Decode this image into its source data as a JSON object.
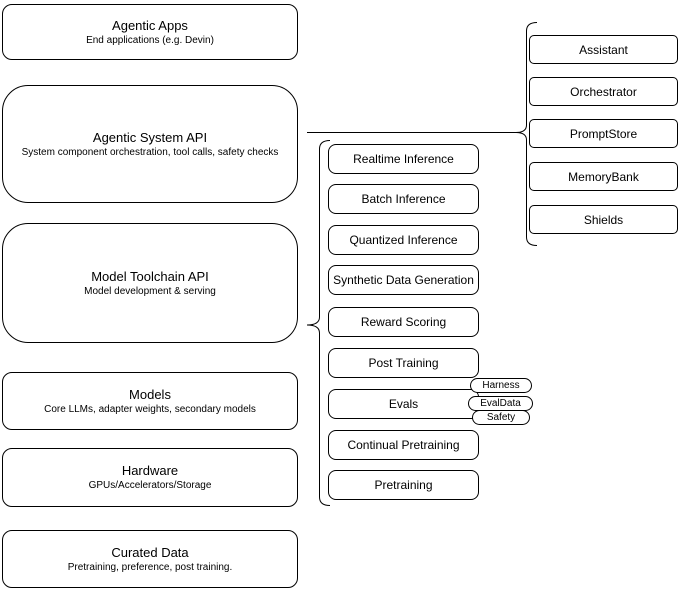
{
  "left_stack": [
    {
      "title": "Agentic Apps",
      "subtitle": "End applications (e.g. Devin)"
    },
    {
      "title": "Agentic System API",
      "subtitle": "System component orchestration, tool calls, safety checks"
    },
    {
      "title": "Model Toolchain API",
      "subtitle": "Model development & serving"
    },
    {
      "title": "Models",
      "subtitle": "Core LLMs, adapter weights, secondary models"
    },
    {
      "title": "Hardware",
      "subtitle": "GPUs/Accelerators/Storage"
    },
    {
      "title": "Curated Data",
      "subtitle": "Pretraining, preference, post training."
    }
  ],
  "toolchain": {
    "items": [
      "Realtime Inference",
      "Batch Inference",
      "Quantized Inference",
      "Synthetic Data Generation",
      "Reward Scoring",
      "Post Training",
      "Evals",
      "Continual Pretraining",
      "Pretraining"
    ]
  },
  "eval_tags": [
    "Harness",
    "EvalData",
    "Safety"
  ],
  "system_components": [
    "Assistant",
    "Orchestrator",
    "PromptStore",
    "MemoryBank",
    "Shields"
  ],
  "colors": {
    "background": "#ffffff",
    "border": "#000000",
    "text": "#000000"
  }
}
